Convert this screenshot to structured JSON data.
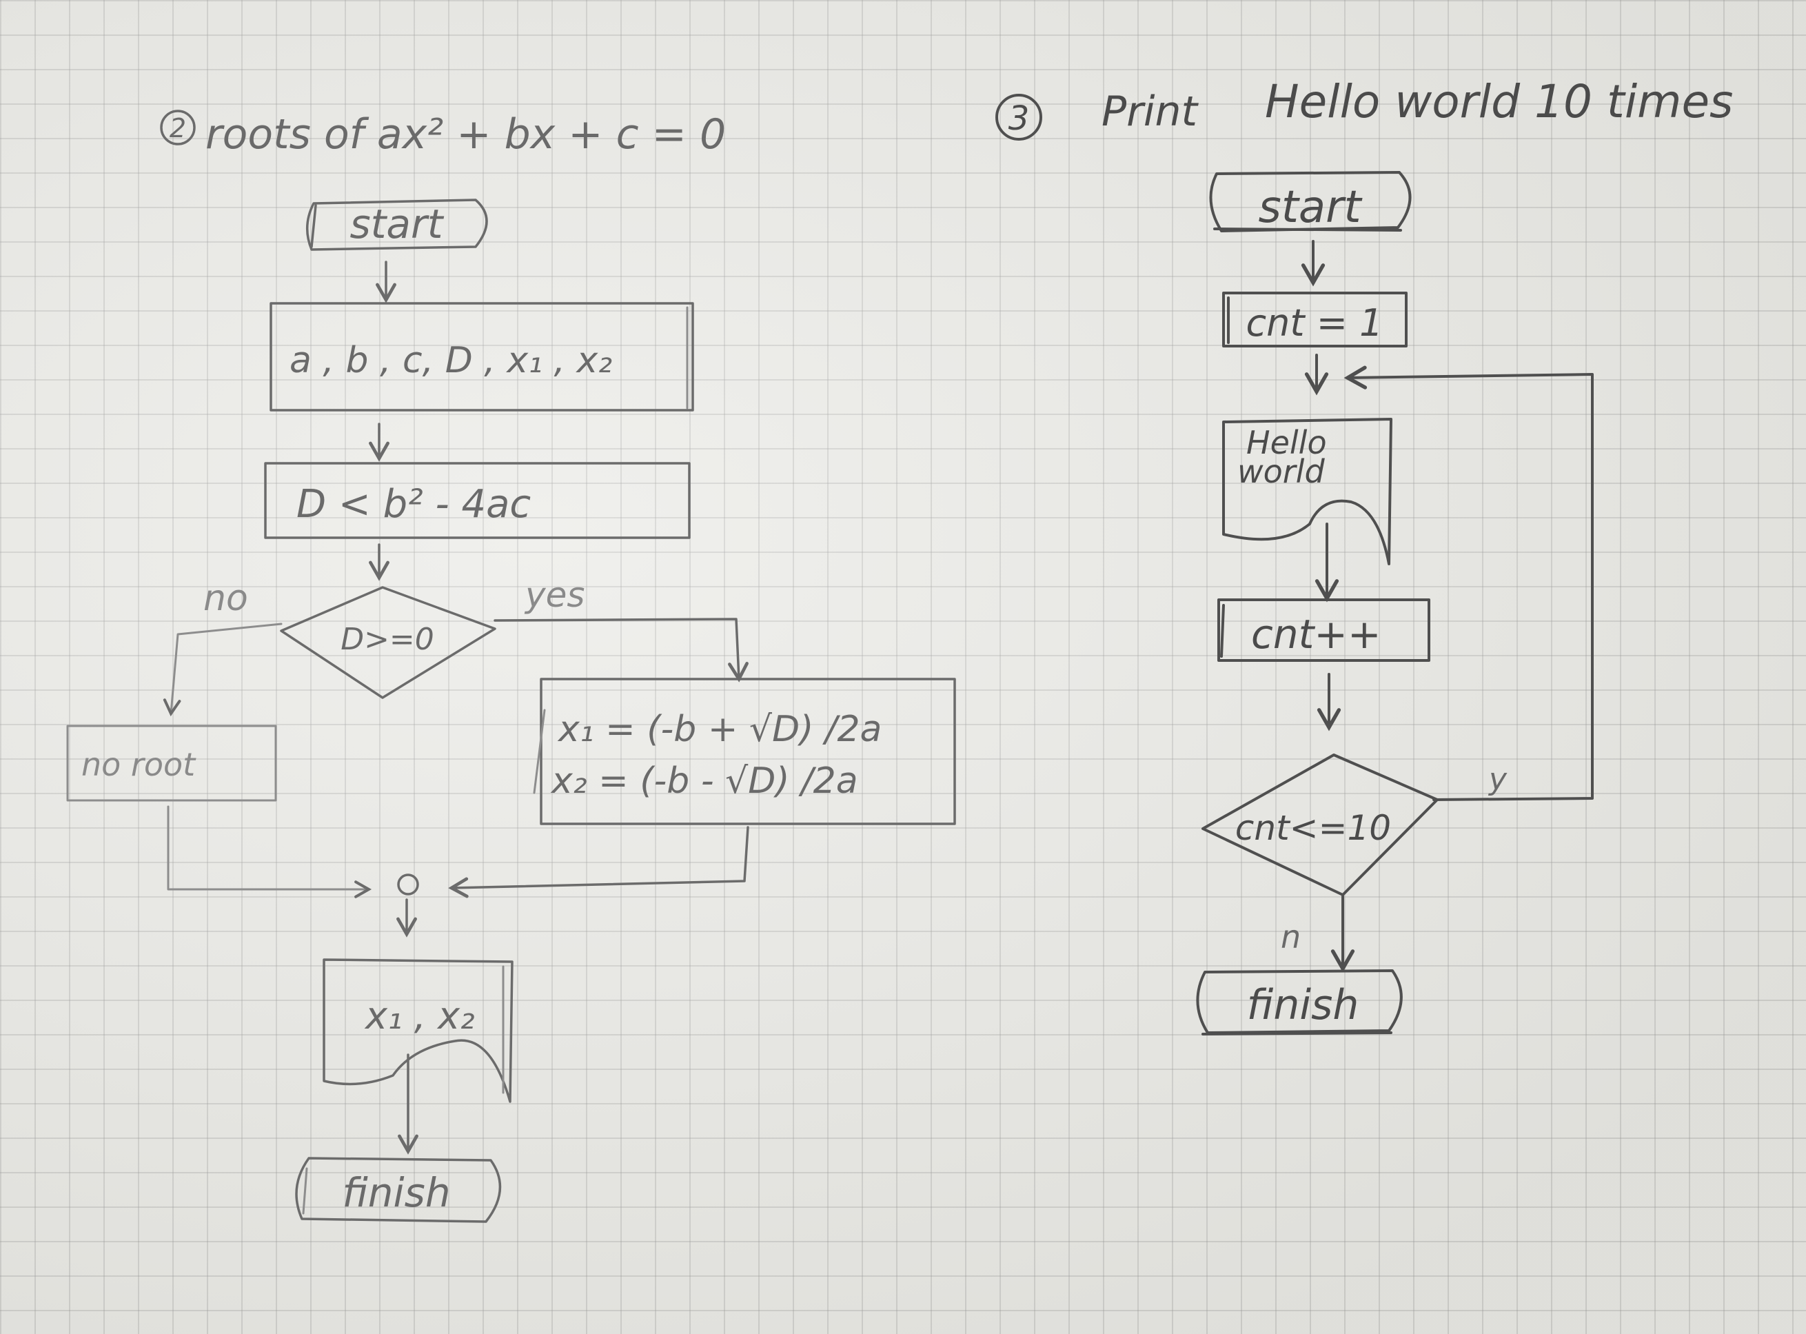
{
  "flowchart_roots": {
    "number": "2",
    "title": "roots of  ax² + bx + c = 0",
    "start": "start",
    "input": "a , b , c, D , x₁ , x₂",
    "process": "D < b² - 4ac",
    "decision": "D>=0",
    "label_no": "no",
    "label_yes": "yes",
    "no_root": "no root",
    "x1_formula": "x₁ = (-b + √D) /2a",
    "x2_formula": "x₂ = (-b - √D) /2a",
    "output": "x₁ , x₂",
    "finish": "finish"
  },
  "flowchart_hello": {
    "number": "3",
    "title_print": "Print",
    "title_rest": "Hello world  10 times",
    "start": "start",
    "init": "cnt = 1",
    "output_line1": "Hello",
    "output_line2": "world",
    "increment": "cnt++",
    "decision": "cnt<=10",
    "label_y": "y",
    "label_n": "n",
    "finish": "finish"
  },
  "colors": {
    "paper": "#ebebe7",
    "grid": "#c8c8c4",
    "pencil": "#6b6b6b",
    "pencil_dark": "#4f4f4f"
  }
}
